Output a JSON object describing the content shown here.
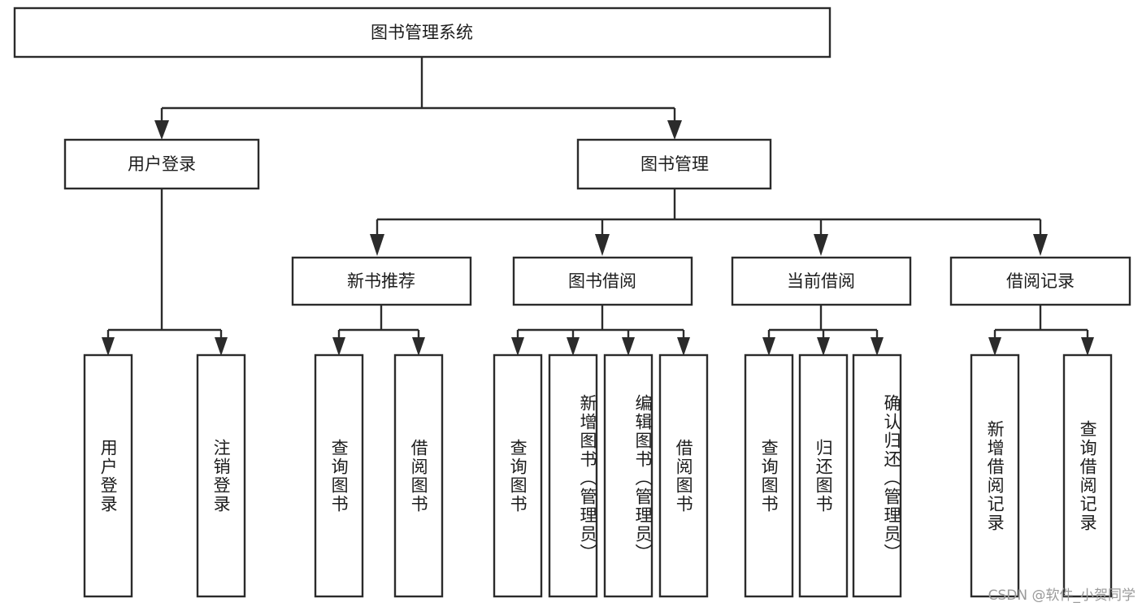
{
  "diagram": {
    "title": "图书管理系统",
    "type": "tree",
    "root": {
      "id": "root",
      "label": "图书管理系统",
      "level": 0
    },
    "level1": [
      {
        "id": "user-login",
        "label": "用户登录"
      },
      {
        "id": "book-manage",
        "label": "图书管理"
      }
    ],
    "level2": [
      {
        "id": "new-book-rec",
        "label": "新书推荐",
        "parent": "book-manage"
      },
      {
        "id": "book-borrow",
        "label": "图书借阅",
        "parent": "book-manage"
      },
      {
        "id": "current-borrow",
        "label": "当前借阅",
        "parent": "book-manage"
      },
      {
        "id": "borrow-record",
        "label": "借阅记录",
        "parent": "book-manage"
      }
    ],
    "leaves": {
      "user-login": [
        {
          "id": "leaf-user-login",
          "label": "用户登录"
        },
        {
          "id": "leaf-logout",
          "label": "注销登录"
        }
      ],
      "new-book-rec": [
        {
          "id": "leaf-query-book-1",
          "label": "查询图书"
        },
        {
          "id": "leaf-borrow-book-1",
          "label": "借阅图书"
        }
      ],
      "book-borrow": [
        {
          "id": "leaf-query-book-2",
          "label": "查询图书"
        },
        {
          "id": "leaf-add-book",
          "label": "新增图书（管理员）"
        },
        {
          "id": "leaf-edit-book",
          "label": "编辑图书（管理员）"
        },
        {
          "id": "leaf-borrow-book-2",
          "label": "借阅图书"
        }
      ],
      "current-borrow": [
        {
          "id": "leaf-query-book-3",
          "label": "查询图书"
        },
        {
          "id": "leaf-return-book",
          "label": "归还图书"
        },
        {
          "id": "leaf-confirm-return",
          "label": "确认归还（管理员）"
        }
      ],
      "borrow-record": [
        {
          "id": "leaf-add-record",
          "label": "新增借阅记录"
        },
        {
          "id": "leaf-query-record",
          "label": "查询借阅记录"
        }
      ]
    }
  },
  "watermark": {
    "text": "CSDN @软件_小贺同学"
  },
  "colors": {
    "stroke": "#2b2b2b",
    "fill": "#ffffff",
    "text": "#1c1c1c",
    "watermark": "#9a9a9a"
  }
}
